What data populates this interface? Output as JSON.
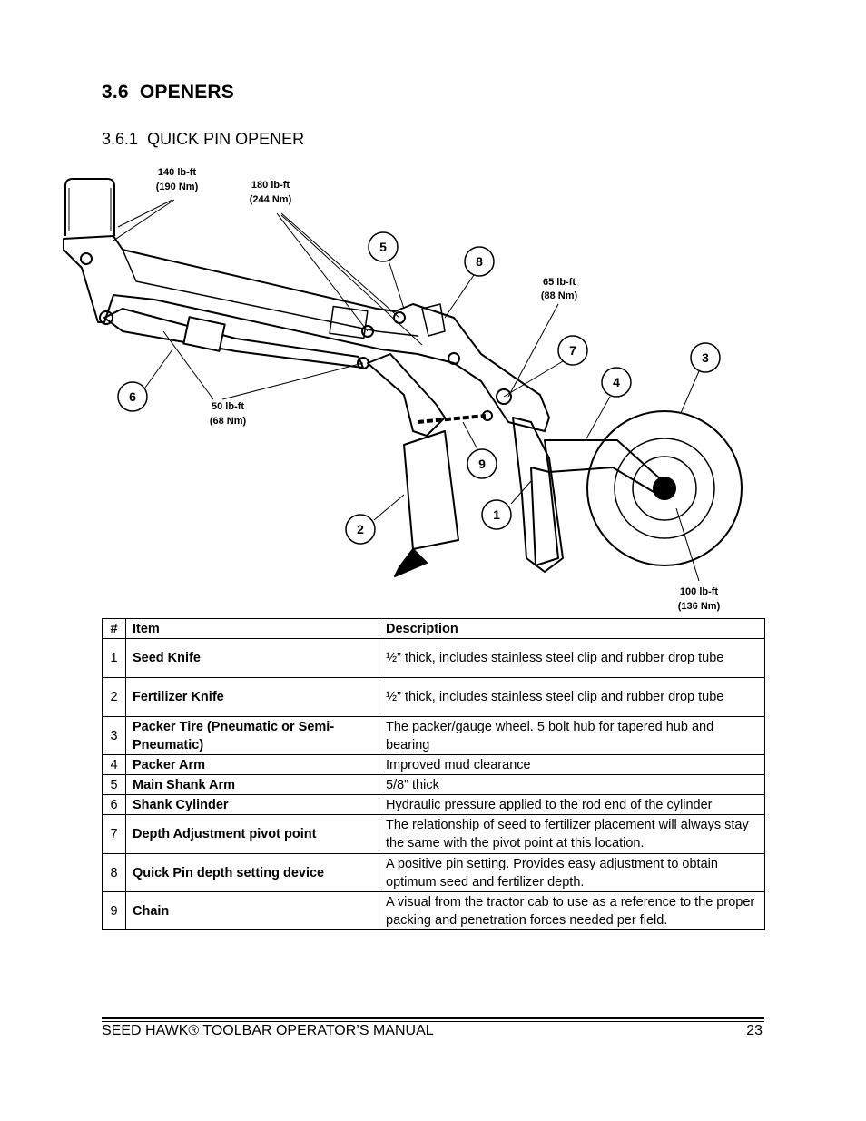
{
  "section": {
    "number": "3.6",
    "title": "OPENERS"
  },
  "subsection": {
    "number": "3.6.1",
    "title": "QUICK PIN OPENER"
  },
  "figure": {
    "torques": [
      {
        "lbft": "140 lb-ft",
        "nm": "(190 Nm)"
      },
      {
        "lbft": "180 lb-ft",
        "nm": "(244 Nm)"
      },
      {
        "lbft": "65 lb-ft",
        "nm": "(88 Nm)"
      },
      {
        "lbft": "50 lb-ft",
        "nm": "(68 Nm)"
      },
      {
        "lbft": "100 lb-ft",
        "nm": "(136 Nm)"
      }
    ],
    "callouts": [
      "1",
      "2",
      "3",
      "4",
      "5",
      "6",
      "7",
      "8",
      "9"
    ]
  },
  "table": {
    "headers": [
      "#",
      "Item",
      "Description"
    ],
    "rows": [
      {
        "num": "1",
        "item": "Seed Knife",
        "desc": "½” thick, includes stainless steel clip and rubber drop tube"
      },
      {
        "num": "2",
        "item": "Fertilizer Knife",
        "desc": "½” thick, includes stainless steel clip and rubber drop tube"
      },
      {
        "num": "3",
        "item": "Packer Tire (Pneumatic or Semi-Pneumatic)",
        "desc": "The packer/gauge wheel. 5 bolt hub for tapered hub and bearing"
      },
      {
        "num": "4",
        "item": "Packer Arm",
        "desc": "Improved mud clearance"
      },
      {
        "num": "5",
        "item": "Main Shank Arm",
        "desc": "5/8” thick"
      },
      {
        "num": "6",
        "item": "Shank Cylinder",
        "desc": "Hydraulic pressure applied to the rod end of the cylinder"
      },
      {
        "num": "7",
        "item": "Depth Adjustment pivot point",
        "desc": "The relationship of seed to fertilizer placement will always stay the same with the pivot point at this location."
      },
      {
        "num": "8",
        "item": "Quick Pin depth setting device",
        "desc": "A positive pin setting.  Provides easy adjustment to obtain optimum seed and fertilizer depth."
      },
      {
        "num": "9",
        "item": "Chain",
        "desc": "A visual from the tractor cab to use as a reference to the proper packing and penetration forces needed per field."
      }
    ]
  },
  "footer": {
    "manual": "SEED HAWK® TOOLBAR OPERATOR’S MANUAL",
    "page": "23"
  }
}
